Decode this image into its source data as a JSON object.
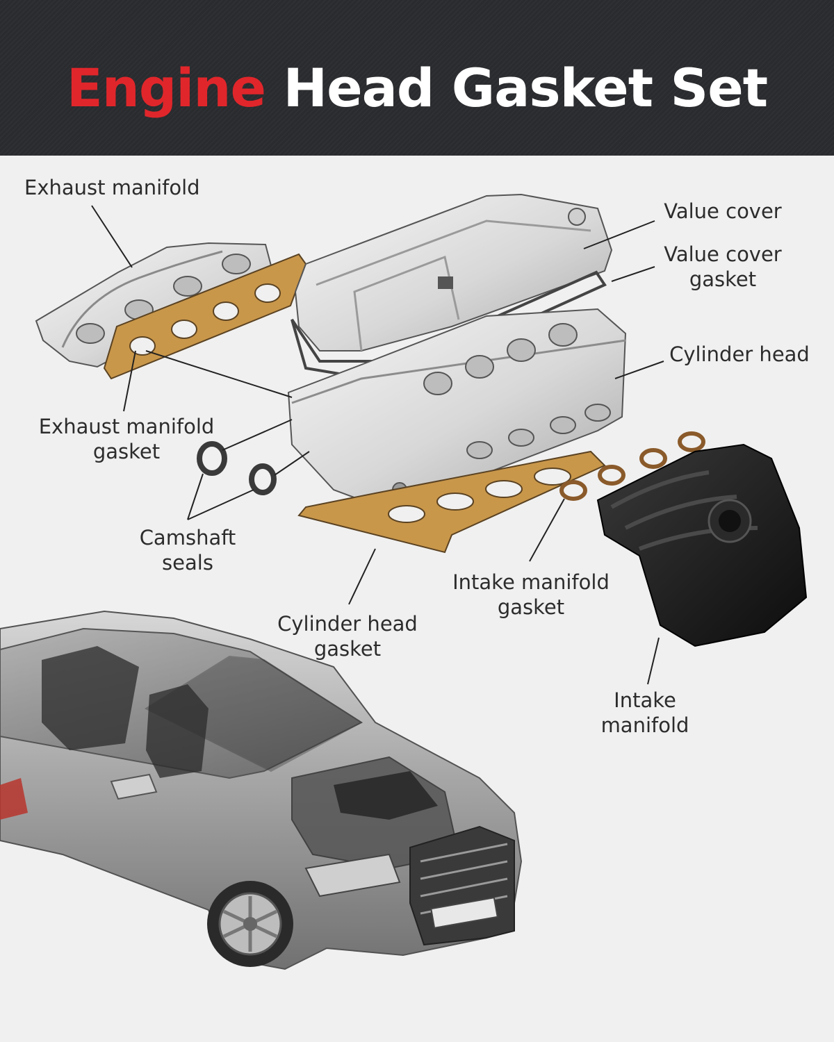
{
  "header": {
    "title_accent": "Engine",
    "title_rest": "Head Gasket Set",
    "accent_color": "#e0262b",
    "background_color": "#2a2b2e"
  },
  "labels": {
    "exhaust_manifold": "Exhaust manifold",
    "valve_cover": "Value cover",
    "valve_cover_gasket": [
      "Value cover",
      "gasket"
    ],
    "cylinder_head": "Cylinder head",
    "exhaust_manifold_gasket": [
      "Exhaust manifold",
      "gasket"
    ],
    "camshaft_seals": [
      "Camshaft",
      "seals"
    ],
    "intake_manifold_gasket": [
      "Intake manifold",
      "gasket"
    ],
    "cylinder_head_gasket": [
      "Cylinder head",
      "gasket"
    ],
    "intake_manifold": [
      "Intake",
      "manifold"
    ]
  },
  "colors": {
    "gasket": "#c9974a",
    "intake_manifold": "#1c1c1c",
    "metal": "#d9d9d9"
  }
}
